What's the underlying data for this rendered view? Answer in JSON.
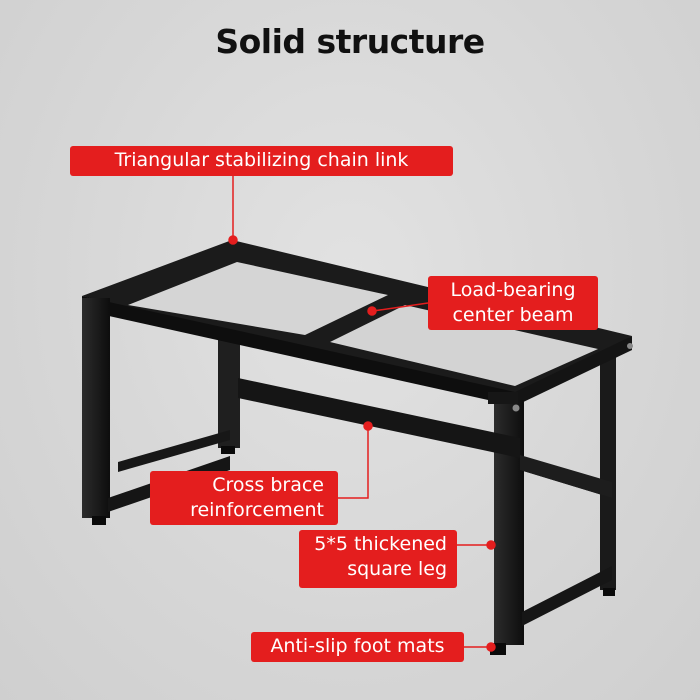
{
  "title": "Solid structure",
  "callouts": {
    "chain_link": "Triangular stabilizing chain link",
    "center_beam": [
      "Load-bearing",
      "center beam"
    ],
    "cross_brace": [
      "Cross brace",
      "reinforcement"
    ],
    "square_leg": [
      "5*5 thickened",
      "square leg"
    ],
    "foot_mats": "Anti-slip foot mats"
  },
  "colors": {
    "background": "#d9d9d9",
    "label": "#e41e1e",
    "frame": "#1b1b1b"
  }
}
